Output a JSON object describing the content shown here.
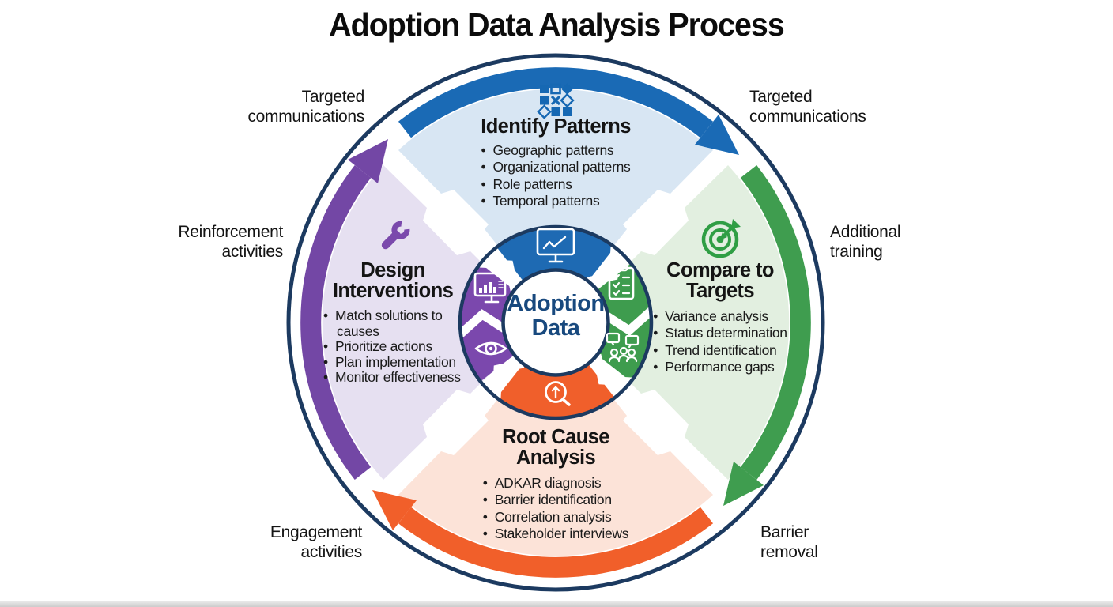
{
  "title": "Adoption Data Analysis Process",
  "center": {
    "label": "Adoption\nData"
  },
  "quadrants": {
    "top": {
      "title": "Identify Patterns",
      "icon": "pattern-grid-icon",
      "items": [
        "Geographic patterns",
        "Organizational patterns",
        "Role patterns",
        "Temporal patterns"
      ]
    },
    "right": {
      "title": "Compare to Targets",
      "icon": "target-icon",
      "items": [
        "Variance analysis",
        "Status determination",
        "Trend identification",
        "Performance gaps"
      ]
    },
    "bottom": {
      "title": "Root Cause Analysis",
      "icon": "magnifier-icon",
      "items": [
        "ADKAR diagnosis",
        "Barrier identification",
        "Correlation analysis",
        "Stakeholder interviews"
      ]
    },
    "left": {
      "title": "Design Interventions",
      "icon": "wrench-icon",
      "items": [
        "Match solutions to causes",
        "Prioritize actions",
        "Plan implementation",
        "Monitor effectiveness"
      ]
    }
  },
  "outer_labels": {
    "top_left": "Targeted\ncommunications",
    "top_right": "Targeted\ncommunications",
    "left": "Reinforcement\nactivities",
    "right": "Additional\ntraining",
    "bottom_left": "Engagement\nactivities",
    "bottom_right": "Barrier\nremoval"
  },
  "ring_icons": [
    "line-chart-monitor-icon",
    "checklist-icon",
    "discussion-icon",
    "magnifier-icon",
    "eye-icon",
    "bar-chart-monitor-icon"
  ],
  "colors": {
    "navy_outline": "#1c3a60",
    "blue": "#1a6ab5",
    "blue_light": "#d8e6f3",
    "green": "#3f9d4f",
    "green_light": "#e2efe0",
    "orange": "#f15f2a",
    "orange_light": "#fce3d8",
    "purple": "#7347a5",
    "purple_light": "#e6e0f1",
    "center_text": "#18497e",
    "text": "#141414"
  }
}
